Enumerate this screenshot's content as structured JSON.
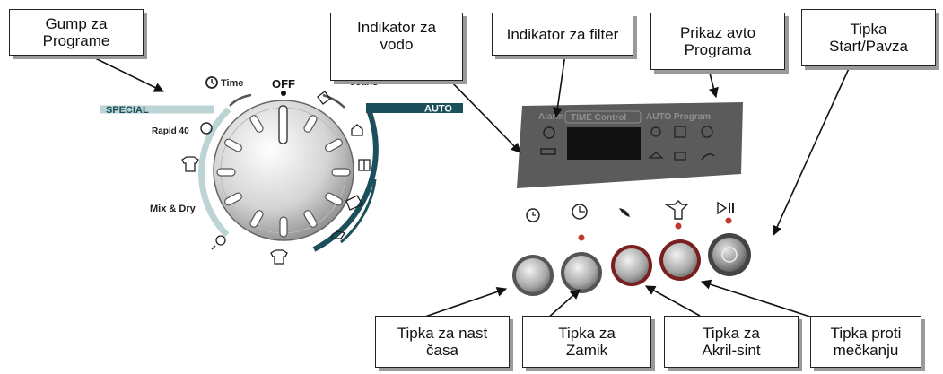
{
  "callouts": {
    "dial": "Gump za\nPrograme",
    "water": "Indikator za\nvodo",
    "filter": "Indikator za filter",
    "auto": "Prikaz avto\nPrograma",
    "start": "Tipka\nStart/Pavza",
    "time_set": "Tipka za nast\nčasa",
    "delay": "Tipka za\nZamik",
    "acryl": "Tipka za\nAkril-sint",
    "anticrease": "Tipka proti\nmečkanju"
  },
  "dial": {
    "off": "OFF",
    "time": "Time",
    "jeans": "Jeans",
    "special": "SPECIAL",
    "auto": "AUTO",
    "rapid": "Rapid 40",
    "mix_dry": "Mix & Dry"
  },
  "panel": {
    "alarm": "Alarm",
    "time_control": "TIME Control",
    "auto_program": "AUTO Program"
  },
  "colors": {
    "teal_arc": "#1c4f5c",
    "light_arc": "#bcd5d4",
    "led": "#c0392b",
    "panel": "#5b5b5b"
  }
}
